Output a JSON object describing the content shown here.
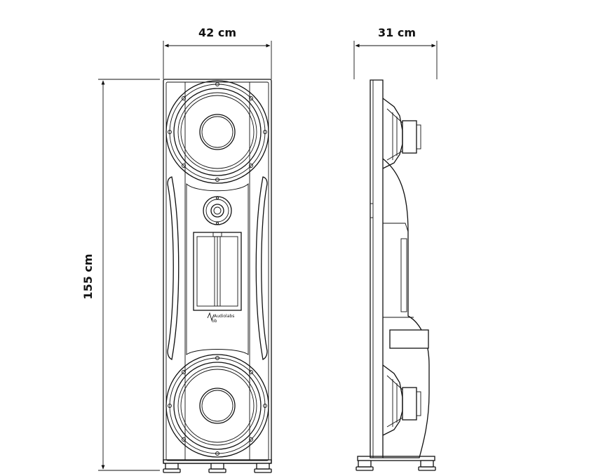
{
  "dimensions": {
    "width": "42 cm",
    "depth": "31 cm",
    "height": "155 cm"
  },
  "logo": {
    "line1": "Audiolabs",
    "line2": "ob"
  },
  "colors": {
    "line": "#111111",
    "background": "#ffffff"
  }
}
